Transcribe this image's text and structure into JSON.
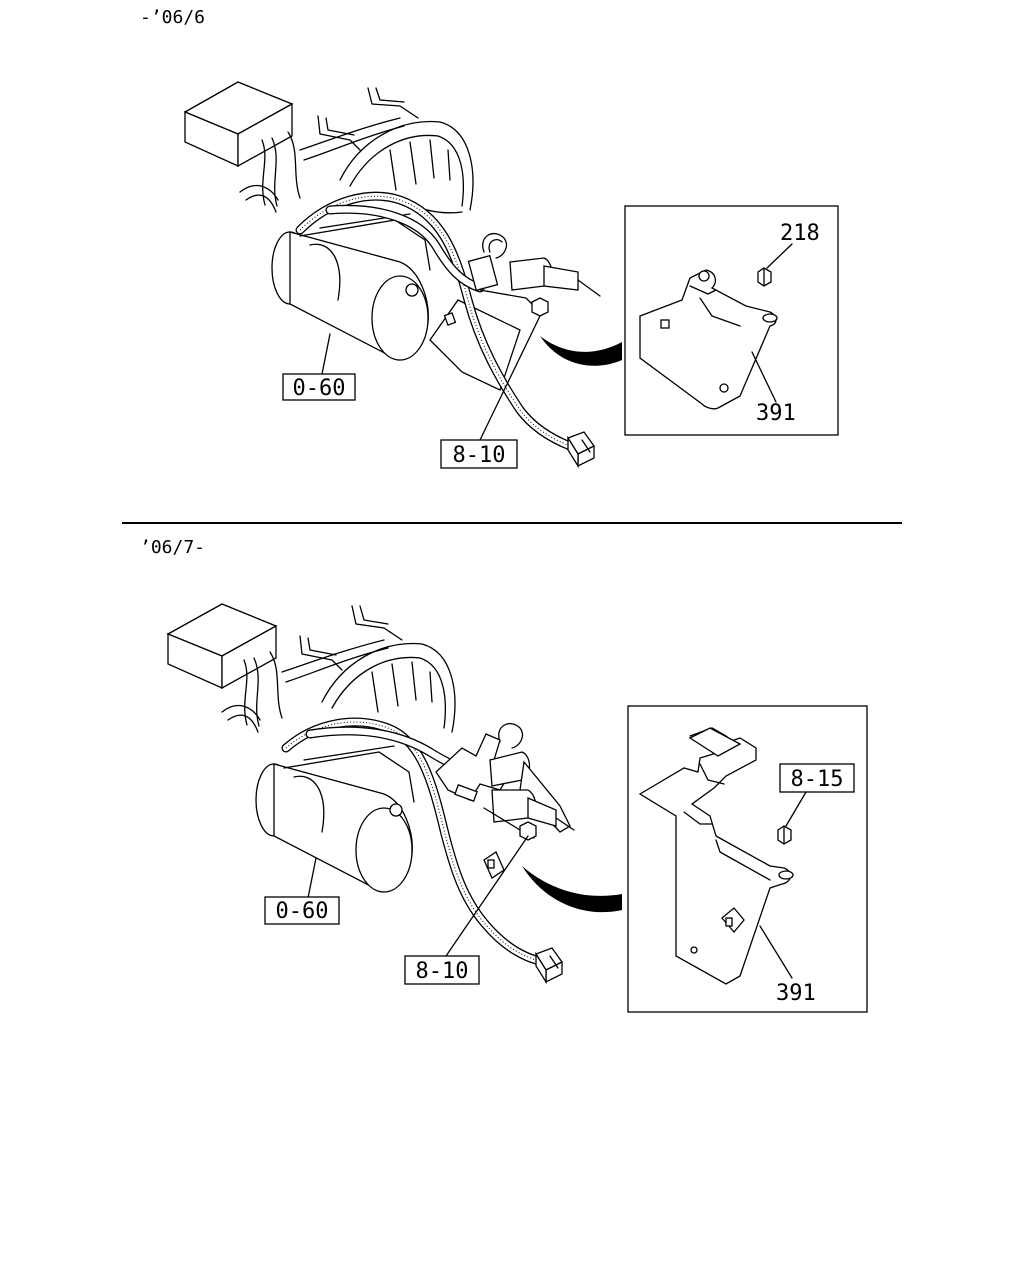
{
  "sections": [
    {
      "date_range": "-’06/6",
      "callouts": {
        "assembly": "0-60",
        "harness": "8-10",
        "nut": "218",
        "bracket": "391"
      }
    },
    {
      "date_range": "’06/7-",
      "callouts": {
        "assembly": "0-60",
        "harness": "8-10",
        "nut": "8-15",
        "bracket": "391"
      }
    }
  ]
}
